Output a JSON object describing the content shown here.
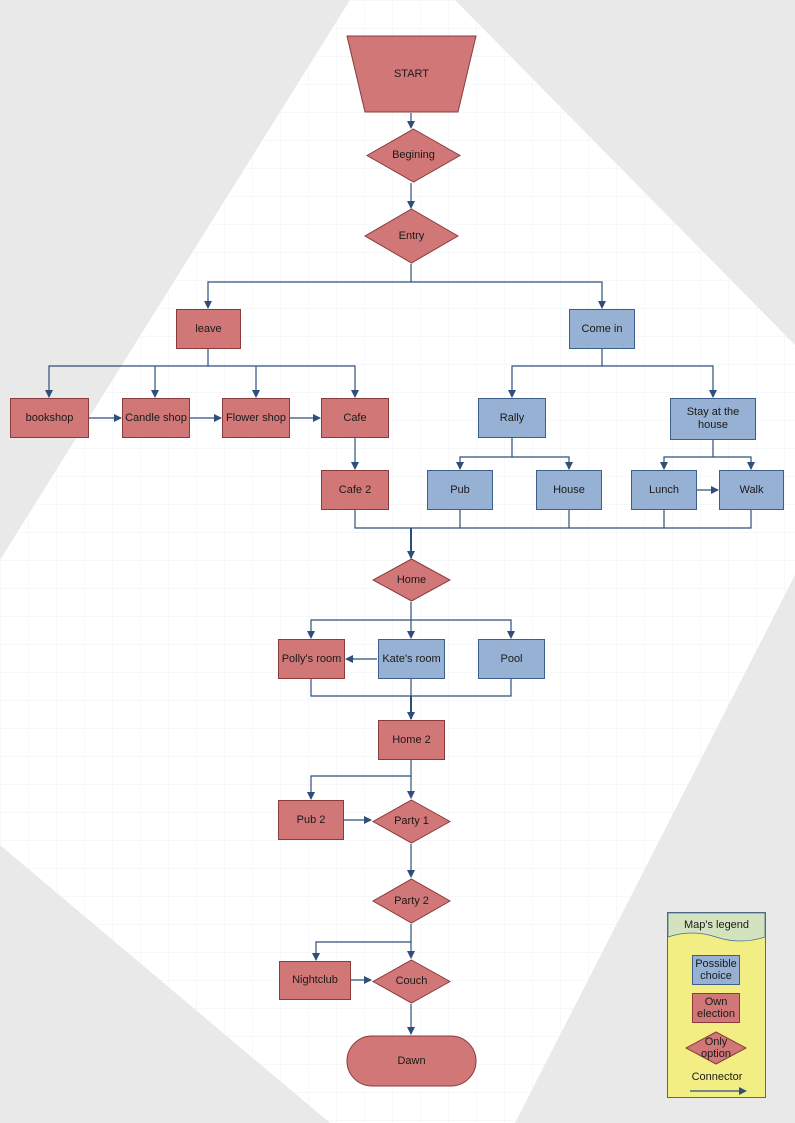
{
  "nodes": {
    "start": "START",
    "begining": "Begining",
    "entry": "Entry",
    "leave": "leave",
    "come_in": "Come in",
    "bookshop": "bookshop",
    "candle_shop": "Candle shop",
    "flower_shop": "Flower shop",
    "cafe": "Cafe",
    "cafe2": "Cafe 2",
    "rally": "Rally",
    "stay_house": "Stay at the house",
    "pub": "Pub",
    "house": "House",
    "lunch": "Lunch",
    "walk": "Walk",
    "home": "Home",
    "pollys_room": "Polly's room",
    "kates_room": "Kate's room",
    "pool": "Pool",
    "home2": "Home 2",
    "pub2": "Pub 2",
    "party1": "Party 1",
    "party2": "Party 2",
    "nightclub": "Nightclub",
    "couch": "Couch",
    "dawn": "Dawn"
  },
  "legend": {
    "title": "Map's legend",
    "possible_choice": "Possible choice",
    "own_election": "Own election",
    "only_option": "Only option",
    "connector": "Connector"
  },
  "colors": {
    "own_election": "#d17777",
    "possible_choice": "#96b1d3",
    "connector": "#2f4f7a",
    "legend_bg": "#f3ee84"
  }
}
